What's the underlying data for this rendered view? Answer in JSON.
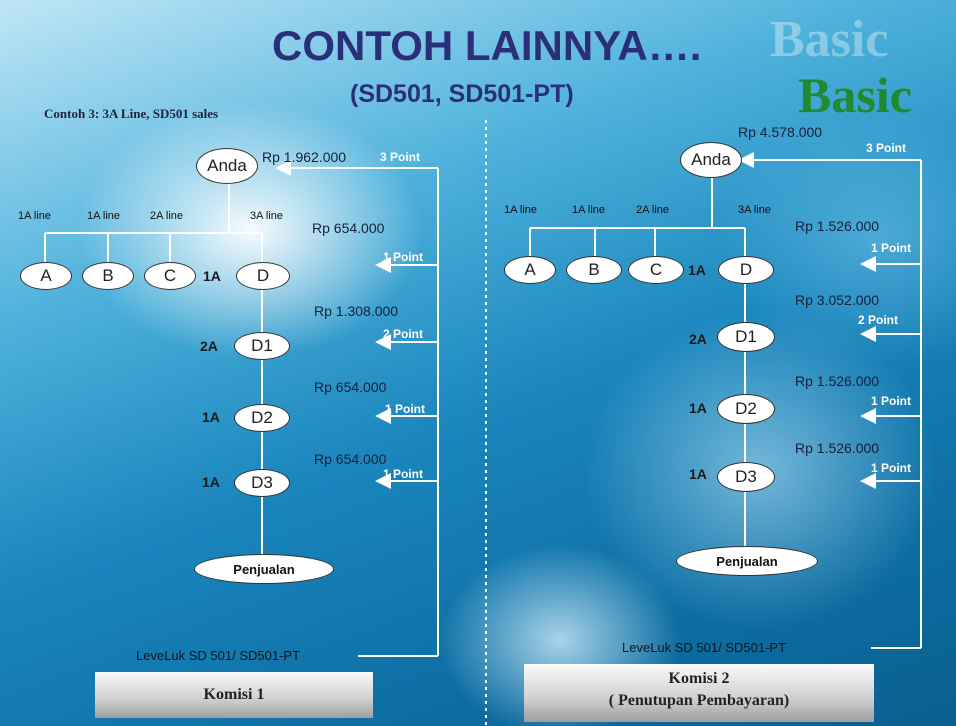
{
  "slide": {
    "title": "CONTOH LAINNYA….",
    "subtitle": "(SD501, SD501-PT)",
    "example_label": "Contoh 3: 3A Line, SD501 sales",
    "logo": "Basic"
  },
  "left": {
    "root": "Anda",
    "root_amount": "Rp 1.962.000",
    "root_points": "3 Point",
    "lines": [
      "1A line",
      "1A line",
      "2A line",
      "3A line"
    ],
    "children": [
      "A",
      "B",
      "C",
      "D"
    ],
    "levels": [
      "1A",
      "2A",
      "1A",
      "1A"
    ],
    "deep_nodes": [
      "D1",
      "D2",
      "D3"
    ],
    "commissions": [
      {
        "amount": "Rp 654.000",
        "points": "1 Point"
      },
      {
        "amount": "Rp 1.308.000",
        "points": "2 Point"
      },
      {
        "amount": "Rp 654.000",
        "points": "1 Point"
      },
      {
        "amount": "Rp 654.000",
        "points": "1 Point"
      }
    ],
    "sales": "Penjualan",
    "level_text": "LeveLuk SD 501/  SD501-PT",
    "box_line1": "Komisi 1"
  },
  "right": {
    "root": "Anda",
    "root_amount": "Rp 4.578.000",
    "root_points": "3 Point",
    "lines": [
      "1A line",
      "1A line",
      "2A line",
      "3A line"
    ],
    "children": [
      "A",
      "B",
      "C",
      "D"
    ],
    "levels": [
      "1A",
      "2A",
      "1A",
      "1A"
    ],
    "deep_nodes": [
      "D1",
      "D2",
      "D3"
    ],
    "commissions": [
      {
        "amount": "Rp 1.526.000",
        "points": "1 Point"
      },
      {
        "amount": "Rp 3.052.000",
        "points": "2 Point"
      },
      {
        "amount": "Rp 1.526.000",
        "points": "1 Point"
      },
      {
        "amount": "Rp 1.526.000",
        "points": "1 Point"
      }
    ],
    "sales": "Penjualan",
    "level_text": "LeveLuk SD 501/  SD501-PT",
    "box_line1": "Komisi 2",
    "box_line2": "( Penutupan Pembayaran)"
  }
}
